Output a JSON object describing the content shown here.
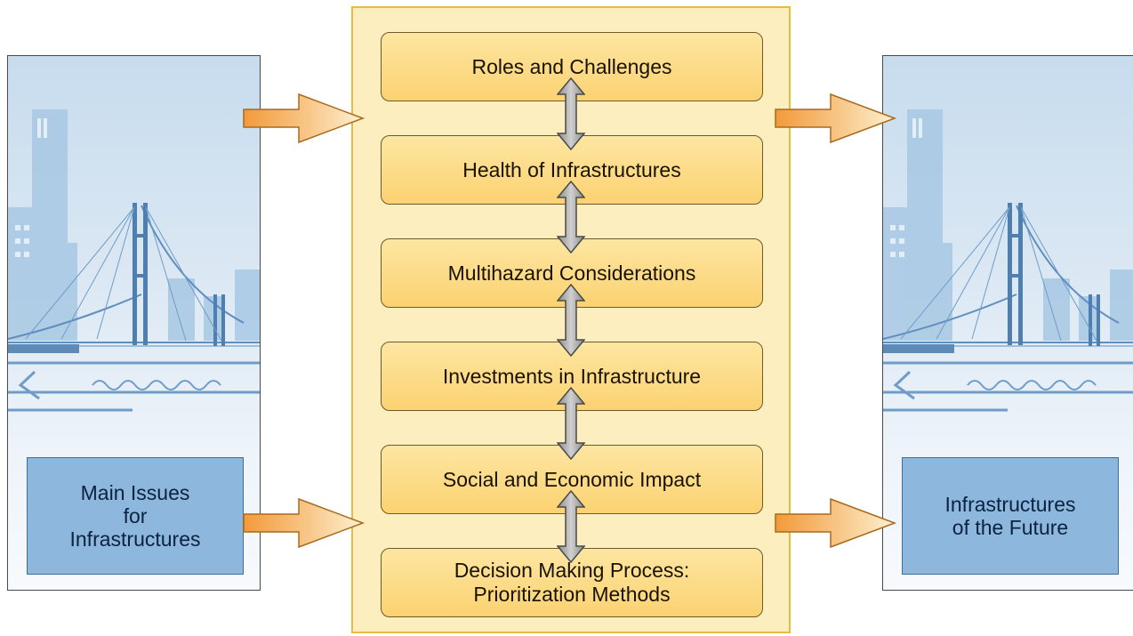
{
  "left_panel": {
    "label_lines": [
      "Main Issues",
      "for",
      "Infrastructures"
    ]
  },
  "right_panel": {
    "label_lines": [
      "Infrastructures",
      "of the Future"
    ]
  },
  "steps": [
    {
      "lines": [
        "Roles and Challenges"
      ]
    },
    {
      "lines": [
        "Health of Infrastructures"
      ]
    },
    {
      "lines": [
        "Multihazard Considerations"
      ]
    },
    {
      "lines": [
        "Investments in Infrastructure"
      ]
    },
    {
      "lines": [
        "Social and Economic Impact"
      ]
    },
    {
      "lines": [
        "Decision Making Process:",
        "Prioritization Methods"
      ]
    }
  ],
  "icons": {
    "flow_arrow": "right-arrow-icon",
    "connector": "double-arrow-icon",
    "skyline": "city-skyline-illustration"
  },
  "colors": {
    "step_fill": "#fcd271",
    "center_panel_fill": "#fdeec0",
    "center_panel_border": "#e7bd3f",
    "label_box_fill": "#8db7dc",
    "arrow_orange": "#f39a3a",
    "arrow_light": "#fdf0cf"
  }
}
